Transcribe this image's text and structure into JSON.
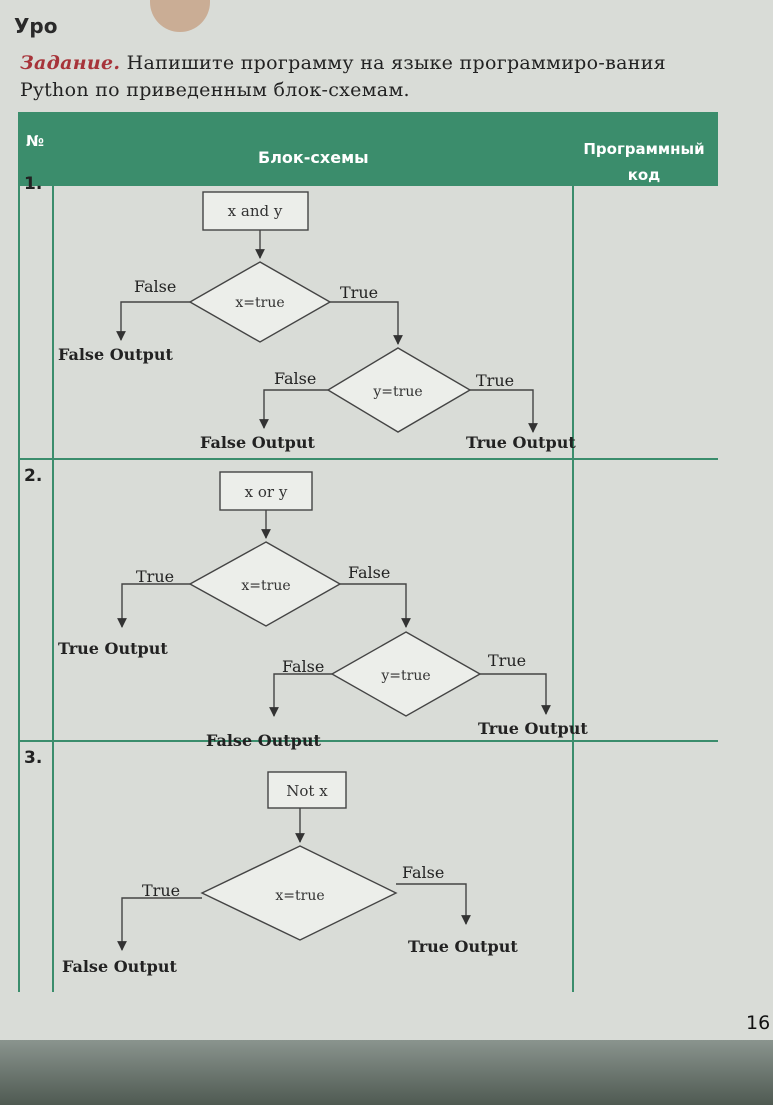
{
  "page": {
    "heading_fragment": "Уро",
    "task_label": "Задание.",
    "task_text": "Напишите программу на языке программиро-вания Python по приведенным блок-схемам.",
    "page_number": "16"
  },
  "table": {
    "headers": {
      "num": "№",
      "schemes": "Блок-схемы",
      "code": "Программный код"
    },
    "rows": [
      {
        "num": "1.",
        "start": "x and y",
        "d1": {
          "text": "x=true",
          "left": "False",
          "right": "True"
        },
        "out_top": "False Output",
        "d2": {
          "text": "y=true",
          "left": "False",
          "right": "True"
        },
        "out_left": "False Output",
        "out_right": "True Output"
      },
      {
        "num": "2.",
        "start": "x or y",
        "d1": {
          "text": "x=true",
          "left": "True",
          "right": "False"
        },
        "out_top": "True Output",
        "d2": {
          "text": "y=true",
          "left": "False",
          "right": "True"
        },
        "out_left": "False Output",
        "out_right": "True Output"
      },
      {
        "num": "3.",
        "start": "Not x",
        "d1": {
          "text": "x=true",
          "left": "True",
          "right": "False"
        },
        "out_left": "False Output",
        "out_right": "True Output"
      }
    ]
  }
}
